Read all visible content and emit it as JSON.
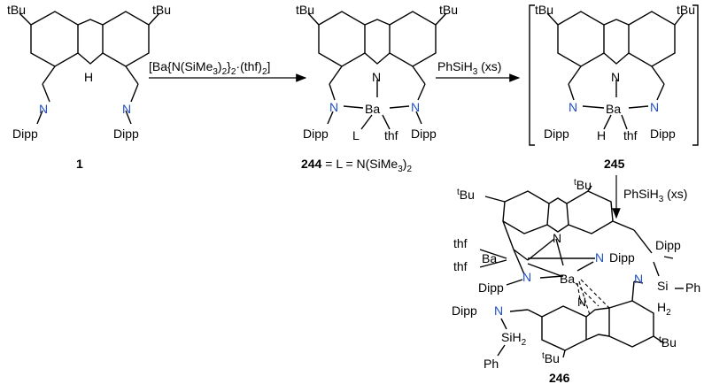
{
  "compounds": {
    "c1": {
      "number": "1",
      "tbu": "tBu",
      "nh": "H",
      "n": "N",
      "dipp": "Dipp"
    },
    "c244": {
      "number": "244",
      "formula": " = L = N(SiMe",
      "formula_sub": "3",
      "formula_end": ")",
      "formula_end_sub": "2",
      "ba": "Ba",
      "l": "L",
      "thf": "thf",
      "dipp": "Dipp",
      "n": "N"
    },
    "c245": {
      "number": "245",
      "ba": "Ba",
      "h": "H",
      "thf": "thf",
      "dipp": "Dipp",
      "n": "N"
    },
    "c246": {
      "number": "246",
      "ba": "Ba",
      "thf": "thf",
      "dipp": "Dipp",
      "n": "N",
      "si": "Si",
      "siH2": "SiH",
      "h2": "H",
      "ph": "Ph",
      "tbu": "Bu"
    }
  },
  "reagents": {
    "step1": "[Ba{N(SiMe",
    "step2": "PhSiH",
    "step2_suffix": " (xs)",
    "step3": "PhSiH",
    "step3_suffix": " (xs)"
  },
  "colors": {
    "nitrogen": "#1f4fc8",
    "bond": "#000000"
  }
}
